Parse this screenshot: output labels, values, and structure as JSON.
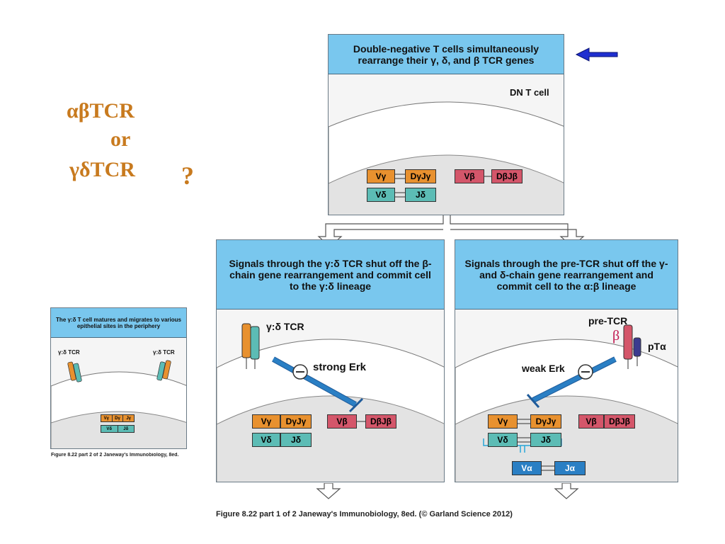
{
  "side_question": {
    "line1": "αβTCR",
    "line2": "or",
    "line3": "γδTCR",
    "mark": "?"
  },
  "arrow_color": "#1f2fd0",
  "top_panel": {
    "header": "Double-negative T cells simultaneously rearrange their γ, δ, and β TCR genes",
    "cell_label": "DN T cell",
    "genes": {
      "v_gamma": "Vγ",
      "dj_gamma": "DγJγ",
      "v_beta": "Vβ",
      "dj_beta": "DβJβ",
      "v_delta": "Vδ",
      "j_delta": "Jδ"
    }
  },
  "left_panel": {
    "header": "Signals through the γ:δ TCR shut off the β-chain gene rearrangement and commit cell to the γ:δ lineage",
    "receptor_label": "γ:δ TCR",
    "signal_label": "strong Erk",
    "genes": {
      "v_gamma": "Vγ",
      "dj_gamma": "DγJγ",
      "v_beta": "Vβ",
      "dj_beta": "DβJβ",
      "v_delta": "Vδ",
      "j_delta": "Jδ"
    }
  },
  "right_panel": {
    "header": "Signals through the pre-TCR shut off the γ- and δ-chain gene rearrangement and commit cell to the α:β lineage",
    "receptor_label": "pre-TCR",
    "beta_label": "β",
    "pt_label": "pTα",
    "signal_label": "weak Erk",
    "genes": {
      "v_gamma": "Vγ",
      "dj_gamma": "DγJγ",
      "v_beta": "Vβ",
      "dj_beta": "DβJβ",
      "v_delta": "Vδ",
      "j_delta": "Jδ",
      "v_alpha": "Vα",
      "j_alpha": "Jα"
    }
  },
  "mini_panel": {
    "header": "The γ:δ T cell matures and migrates to various epithelial sites in the periphery",
    "left_receptor": "γ:δ TCR",
    "right_receptor": "γ:δ TCR",
    "genes": {
      "v_gamma": "Vγ",
      "d_gamma": "Dγ",
      "j_gamma": "Jγ",
      "v_delta": "Vδ",
      "j_delta": "Jδ"
    },
    "caption": "Figure 8.22 part 2 of 2  Janeway's Immunobiology, 8ed."
  },
  "main_caption": "Figure 8.22 part 1 of 2  Janeway's Immunobiology, 8ed. (© Garland Science 2012)"
}
